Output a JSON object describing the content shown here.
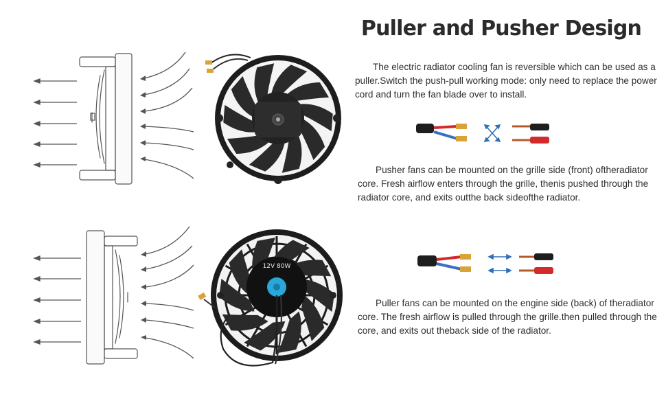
{
  "title": "Puller and Pusher Design",
  "intro": "The electric radiator cooling fan is reversible which can be used as a puller.Switch the push-pull working mode: only need to replace the power cord and turn the fan blade over to install.",
  "pusher_text": "Pusher fans can be mounted on the grille side (front) oftheradiator core. Fresh airflow enters through the grille, thenis pushed through the radiator core, and exits outthe back sideofthe radiator.",
  "puller_text": "Puller fans can be mounted on the engine side (back) of theradiator core. The fresh airflow is pulled through the grille.then pulled through the core, and exits out theback side of the radiator.",
  "motor_label": "12V 80W",
  "colors": {
    "wire_blue": "#3a6fc4",
    "wire_red": "#d22b2b",
    "arrow_blue": "#2f6fb5",
    "fan_black": "#1c1c1c",
    "motor_cap_blue": "#2aa7d9",
    "diagram_line": "#555555"
  },
  "icons": {
    "swap": "crossed-double-arrows-icon",
    "connect": "double-headed-arrows-icon"
  }
}
